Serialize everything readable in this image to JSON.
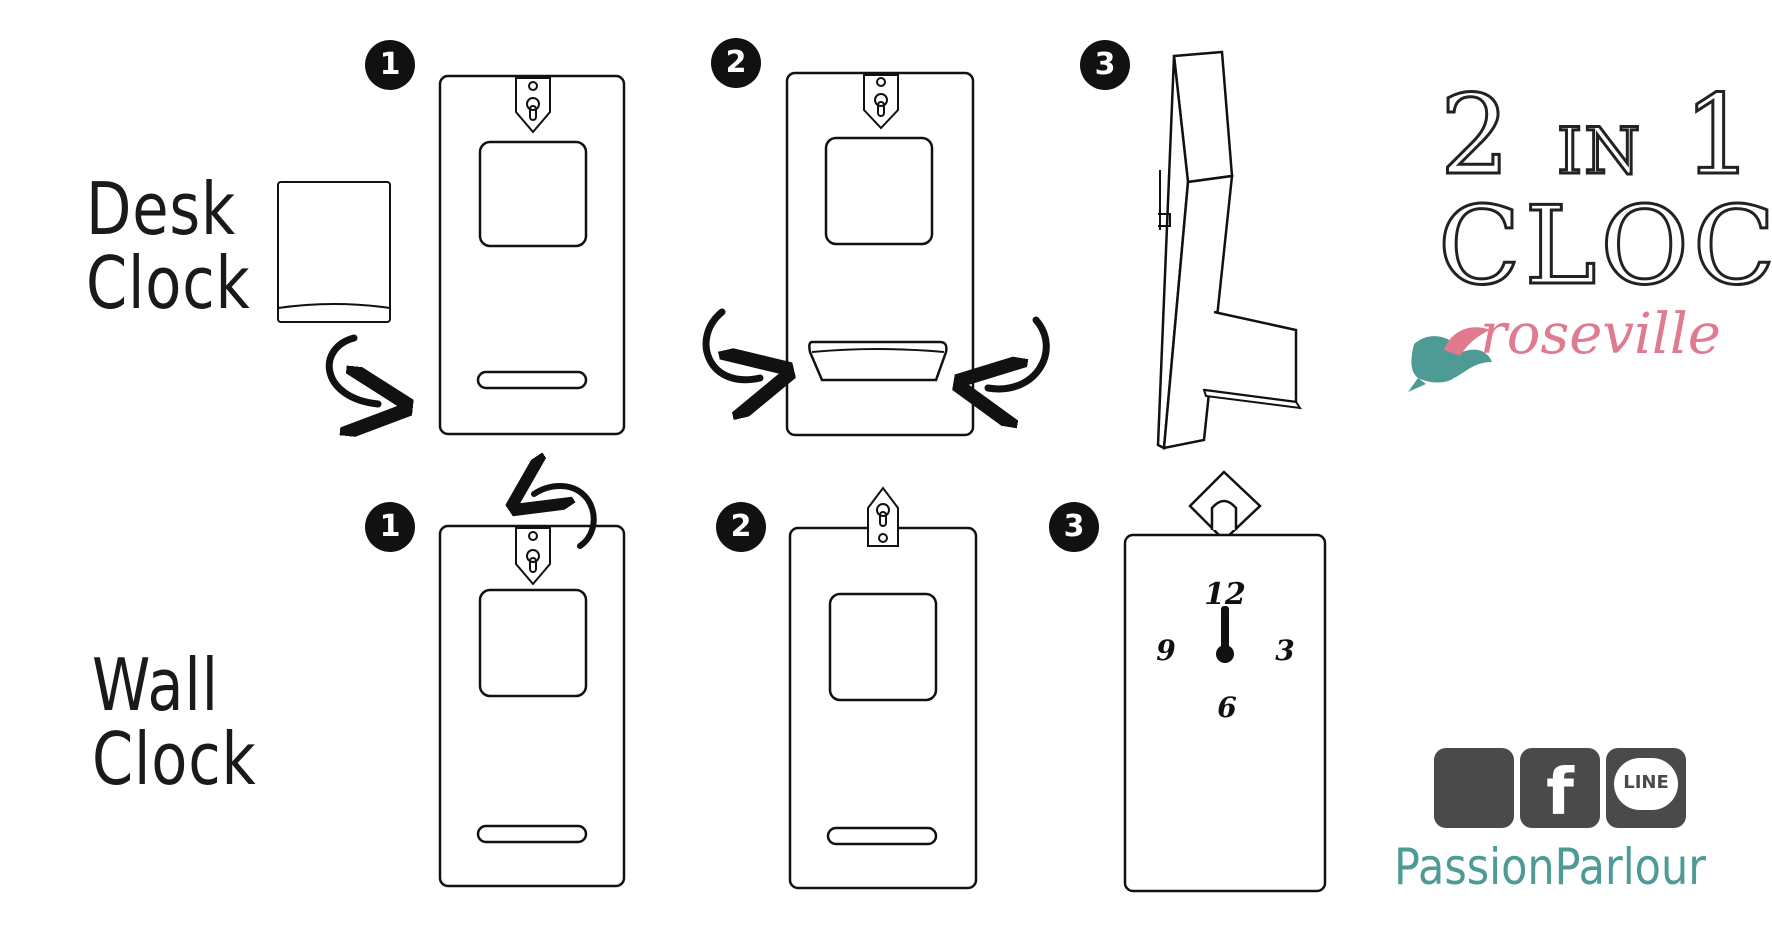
{
  "labels": {
    "desk_line1": "Desk",
    "desk_line2": "Clock",
    "wall_line1": "Wall",
    "wall_line2": "Clock"
  },
  "steps": {
    "desk": [
      "1",
      "2",
      "3"
    ],
    "wall": [
      "1",
      "2",
      "3"
    ]
  },
  "brand": {
    "title_two": "2",
    "title_in": "IN",
    "title_one": "1",
    "title_clock": "CLOCK",
    "sub_brand": "roseville",
    "sub_brand_color": "#e07a8e",
    "bird_color": "#4e9a94",
    "footer": "PassionParlour",
    "footer_color": "#4e9a94"
  },
  "social": {
    "icons": [
      "instagram-icon",
      "facebook-icon",
      "line-icon"
    ],
    "facebook_glyph": "f",
    "line_text": "LINE",
    "tile_color": "#4a4a4a"
  },
  "clock_face": {
    "twelve": "12",
    "three": "3",
    "six": "6",
    "nine": "9"
  },
  "colors": {
    "line": "#111111",
    "background": "#ffffff"
  }
}
